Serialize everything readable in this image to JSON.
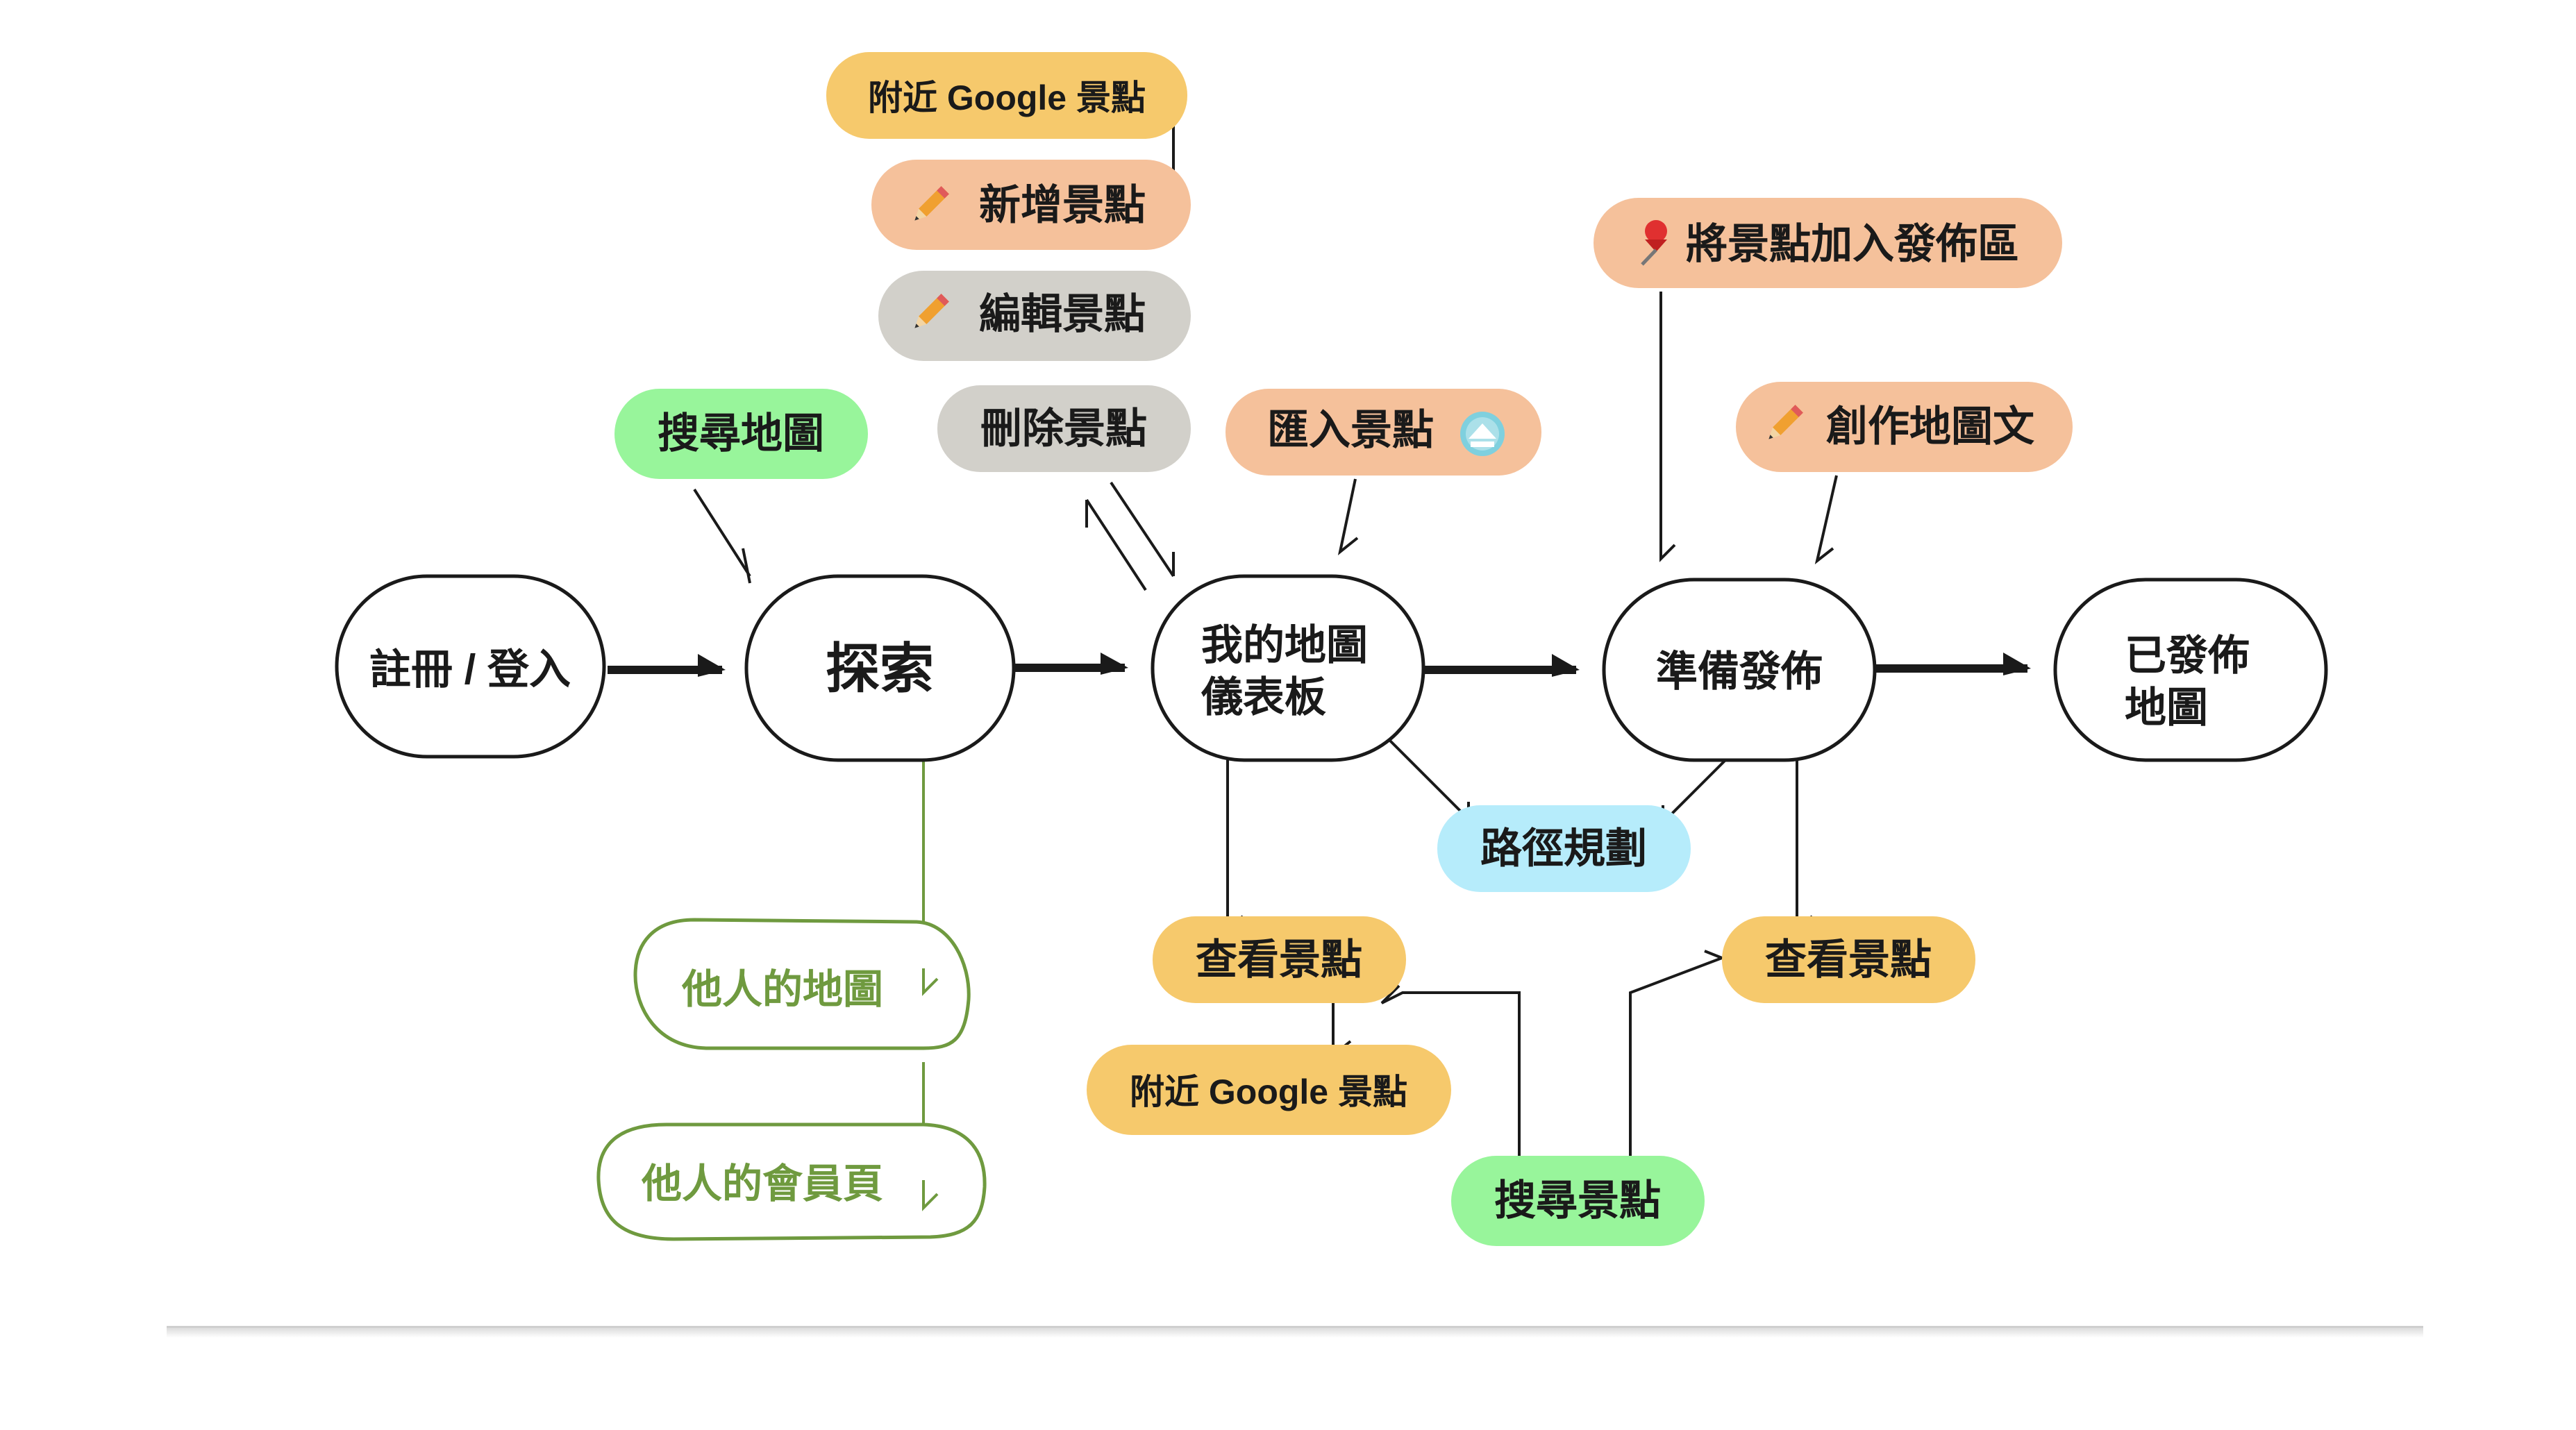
{
  "colors": {
    "stroke": "#1a1a1a",
    "green_fill": "#98f59b",
    "orange_fill": "#f5c19b",
    "yellow_fill": "#f6c96c",
    "gray_fill": "#d2d0ca",
    "blue_fill": "#b6ecfb",
    "olive": "#6f9a3f"
  },
  "stages": {
    "register": "註冊 / 登入",
    "explore": "探索",
    "dashboard_line1": "我的地圖",
    "dashboard_line2": "儀表板",
    "prepare": "準備發佈",
    "published_line1": "已發佈",
    "published_line2": "地圖"
  },
  "actions": {
    "nearby_google_top": "附近 Google 景點",
    "add_spot": "新增景點",
    "edit_spot": "編輯景點",
    "delete_spot": "刪除景點",
    "search_map": "搜尋地圖",
    "import_spot": "匯入景點",
    "add_to_publish": "將景點加入發佈區",
    "create_article": "創作地圖文",
    "route_planning": "路徑規劃",
    "view_spot_left": "查看景點",
    "nearby_google_bottom": "附近 Google 景點",
    "search_spot": "搜尋景點",
    "view_spot_right": "查看景點",
    "others_map": "他人的地圖",
    "others_profile": "他人的會員頁"
  },
  "icons": {
    "pencil": "pencil-icon",
    "pushpin": "pushpin-icon",
    "upload": "upload-icon"
  }
}
